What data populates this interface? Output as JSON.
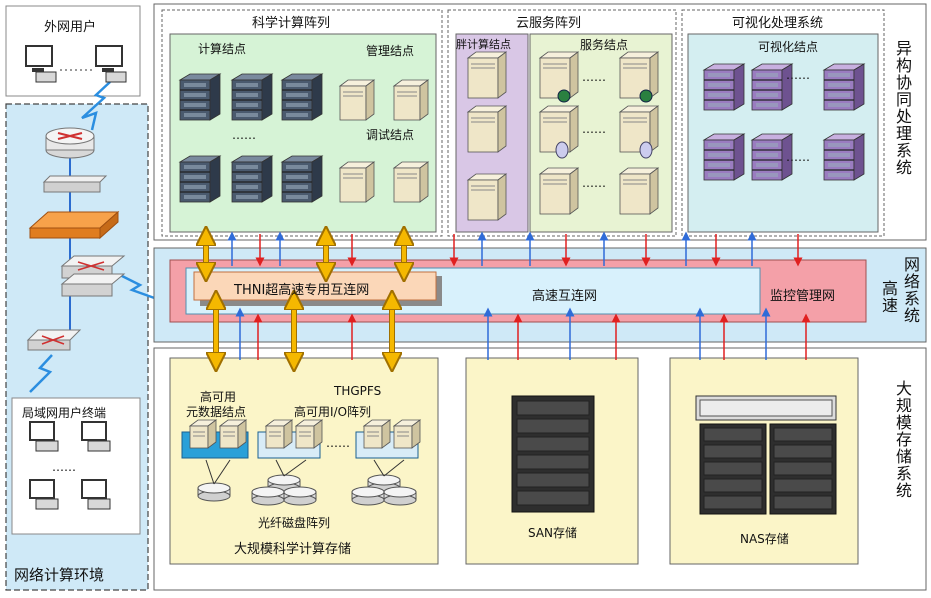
{
  "left_panel": {
    "internet_user": "外网用户",
    "lan_terminal": "局域网用户终端",
    "environment": "网络计算环境"
  },
  "compute_array": {
    "title": "科学计算阵列",
    "compute_nodes": "计算结点",
    "mgmt_nodes": "管理结点",
    "debug_nodes": "调试结点"
  },
  "cloud_array": {
    "title": "云服务阵列",
    "fat_nodes": "胖计算结点",
    "service_nodes": "服务结点"
  },
  "vis_system": {
    "title": "可视化处理系统",
    "vis_nodes": "可视化结点"
  },
  "right_labels": {
    "hetero": "异构协同处理系统",
    "network_a": "网络系统",
    "network_b": "高速",
    "storage": "大规模存储系统"
  },
  "network": {
    "thni": "THNI超高速专用互连网",
    "highspeed": "高速互连网",
    "monitor": "监控管理网"
  },
  "storage": {
    "meta_nodes_l1": "高可用",
    "meta_nodes_l2": "元数据结点",
    "thgpfs": "THGPFS",
    "io_array": "高可用I/O阵列",
    "fc_disk": "光纤磁盘阵列",
    "sci_storage": "大规模科学计算存储",
    "san": "SAN存储",
    "nas": "NAS存储"
  },
  "ellipsis": "……"
}
